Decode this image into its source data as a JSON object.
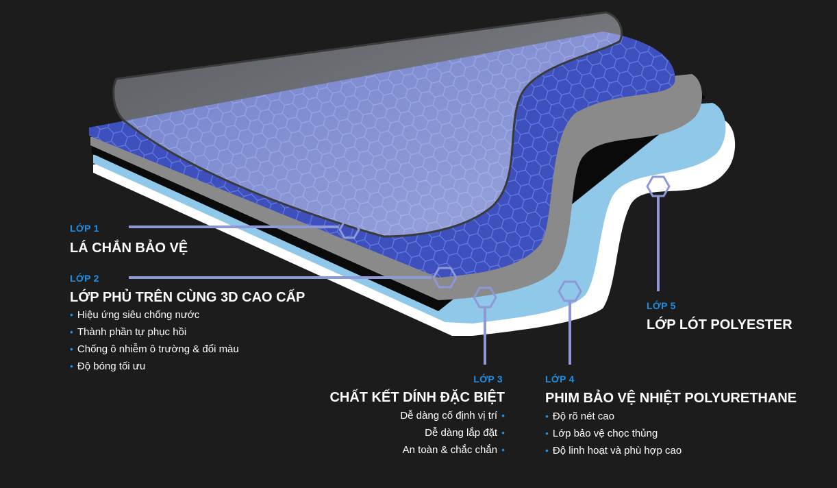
{
  "colors": {
    "accent": "#1e8fe6",
    "background": "#1c1c1c",
    "connector": "#8e98d6"
  },
  "layers": [
    {
      "label": "LỚP 1",
      "title": "LÁ CHẮN BẢO VỆ",
      "bullets": []
    },
    {
      "label": "LỚP 2",
      "title": "LỚP PHỦ TRÊN CÙNG 3D CAO CẤP",
      "bullets": [
        "Hiệu ứng siêu chống nước",
        "Thành phần tự phục hồi",
        "Chống ô nhiễm ô trường & đổi màu",
        "Độ bóng tối ưu"
      ]
    },
    {
      "label": "LỚP 3",
      "title": "CHẤT KẾT DÍNH ĐẶC BIỆT",
      "bullets": [
        "Dễ dàng cố định vị trí",
        "Dễ dàng lắp đặt",
        "An toàn & chắc chắn"
      ]
    },
    {
      "label": "LỚP 4",
      "title": "PHIM BẢO VỆ NHIỆT POLYURETHANE",
      "bullets": [
        "Độ rõ nét cao",
        "Lớp bảo vệ chọc thủng",
        "Độ linh hoạt và phù hợp cao"
      ]
    },
    {
      "label": "LỚP 5",
      "title": "LỚP LÓT POLYESTER",
      "bullets": []
    }
  ]
}
